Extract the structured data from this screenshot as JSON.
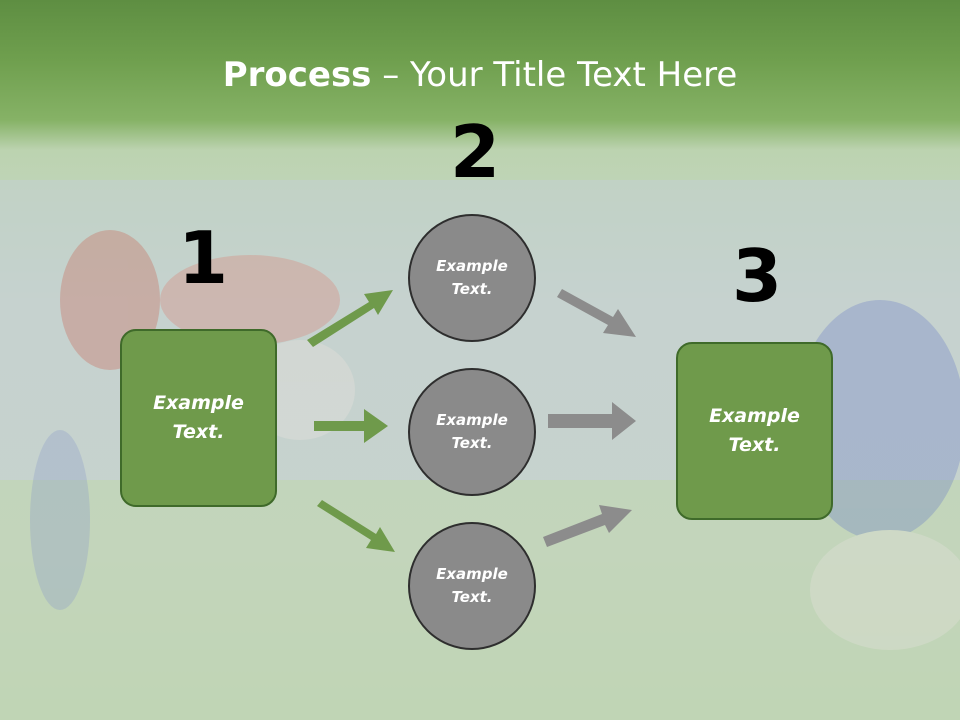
{
  "title": {
    "bold": "Process",
    "rest": " – Your Title Text Here"
  },
  "numbers": [
    "1",
    "2",
    "3"
  ],
  "boxes": [
    {
      "line1": "Example",
      "line2": "Text."
    },
    {
      "line1": "Example",
      "line2": "Text."
    }
  ],
  "circles": [
    {
      "line1": "Example",
      "line2": "Text."
    },
    {
      "line1": "Example",
      "line2": "Text."
    },
    {
      "line1": "Example",
      "line2": "Text."
    }
  ],
  "colors": {
    "box_fill": "#6f9a4b",
    "box_border": "#3f6a2a",
    "circle_fill": "#8a8a8a",
    "circle_border": "#2e2e2e",
    "green_arrow": "#6f9a4b",
    "gray_arrow": "#8c8c8c",
    "header_green": "#6f9f4e"
  },
  "background": {
    "description_icon": "soccer-photo-background"
  }
}
